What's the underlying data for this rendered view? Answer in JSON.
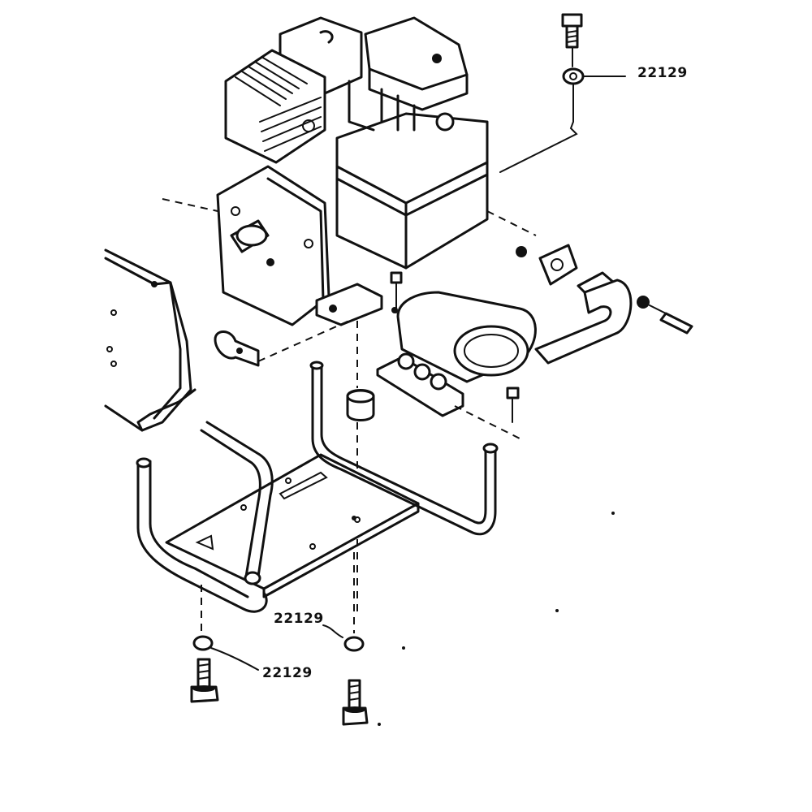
{
  "figure": {
    "callouts": [
      {
        "id": "top-right",
        "text": "22129"
      },
      {
        "id": "bottom-middle",
        "text": "22129"
      },
      {
        "id": "bottom-left",
        "text": "22129"
      }
    ]
  }
}
